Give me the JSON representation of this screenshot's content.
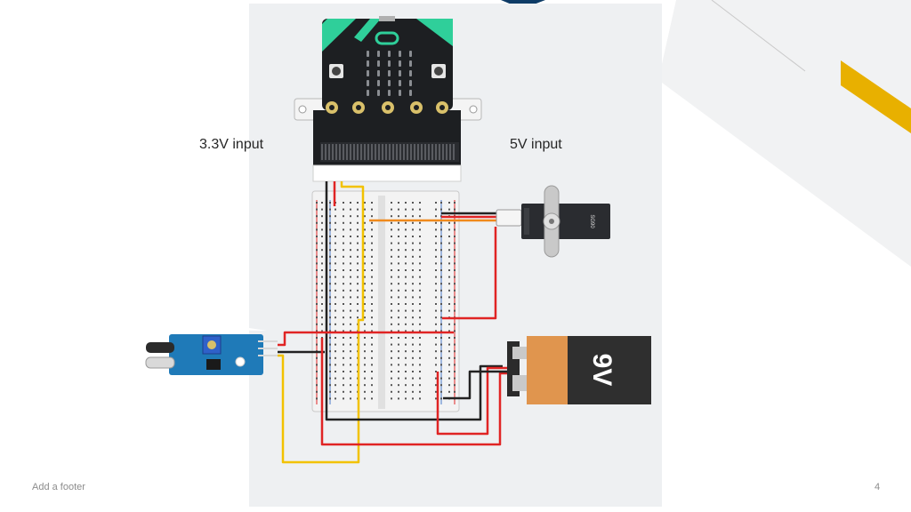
{
  "labels": {
    "input_33": "3.3V input",
    "input_5": "5V input"
  },
  "battery": {
    "label": "9V"
  },
  "footer": {
    "text": "Add a footer",
    "page_number": "4"
  },
  "colors": {
    "wire_red": "#e02424",
    "wire_black": "#222222",
    "wire_yellow": "#f2c200",
    "wire_orange": "#f08a1c",
    "accent_navy": "#0d3b66",
    "accent_gold": "#e8b000",
    "battery_orange": "#e0954e",
    "battery_dark": "#2f2f2f",
    "microbit_green": "#2fcf9a"
  },
  "components": [
    "microbit-board",
    "breadboard",
    "servo-motor",
    "ir-sensor",
    "battery-9v"
  ]
}
